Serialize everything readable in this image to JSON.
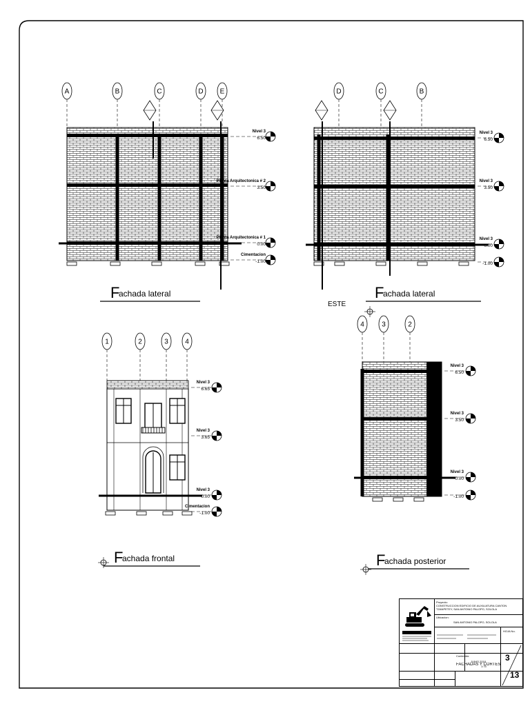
{
  "elevations": [
    {
      "id": "lateral-1",
      "title": "achada lateral",
      "axes": [
        "A",
        "B",
        "C",
        "D",
        "E"
      ],
      "levels": [
        {
          "label": "Nivel 3",
          "value": "6.50"
        },
        {
          "label": "Planta Arquitectonica # 2",
          "value": "3.50"
        },
        {
          "label": "Planta Arquitectonica # 1",
          "value": "0.00"
        },
        {
          "label": "Cimentacion",
          "value": "-1.00"
        }
      ]
    },
    {
      "id": "lateral-2",
      "title": "achada lateral",
      "note": "ESTE",
      "axes": [
        "D",
        "C",
        "B"
      ],
      "levels": [
        {
          "label": "Nivel 3",
          "value": "6.50"
        },
        {
          "label": "Nivel 3",
          "value": "3.50"
        },
        {
          "label": "Nivel 3",
          "value": "0.00"
        },
        {
          "label": "",
          "value": "-1.00"
        }
      ]
    },
    {
      "id": "frontal",
      "title": "achada frontal",
      "axes": [
        "1",
        "2",
        "3",
        "4"
      ],
      "levels": [
        {
          "label": "Nivel 3",
          "value": "6.65"
        },
        {
          "label": "Nivel 3",
          "value": "3.65"
        },
        {
          "label": "Nivel 3",
          "value": "0.00"
        },
        {
          "label": "Cimentacion",
          "value": "-1.00"
        }
      ]
    },
    {
      "id": "posterior",
      "title": "achada posterior",
      "axes": [
        "4",
        "3",
        "2"
      ],
      "levels": [
        {
          "label": "Nivel 3",
          "value": "6.50"
        },
        {
          "label": "Nivel 3",
          "value": "3.50"
        },
        {
          "label": "Nivel 3",
          "value": "0.00"
        },
        {
          "label": "",
          "value": "-1.00"
        }
      ]
    }
  ],
  "title_block": {
    "project_heading": "Proyecto:",
    "project": "CONSTRUCCION EDIFICIO DE AUXILIATURA CANTON TZANPETEY, SAN ANTONIO PALOPO, SOLOLA",
    "location_heading": "Ubicacion:",
    "location": "SAN ANTONIO PALOPO, SOLOLA",
    "sheet_heading": "HOJA No.",
    "date": "JUNIO 2018",
    "scale": "1:75",
    "content_heading": "Contenido:",
    "content": "FACHADAS Y CORTES",
    "sheet_number": "3",
    "sheet_total": "13"
  }
}
